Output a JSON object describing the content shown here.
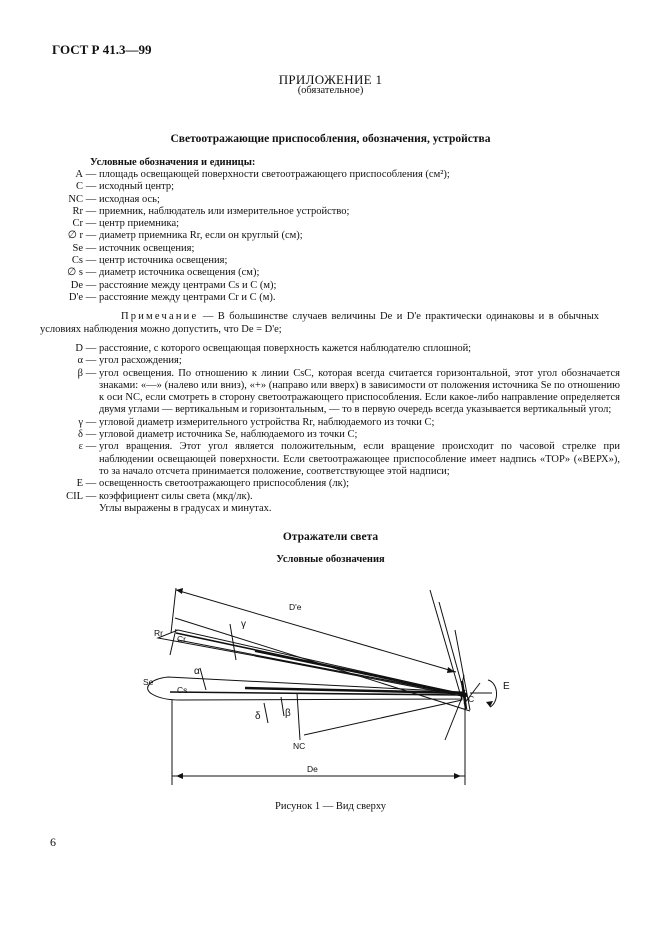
{
  "header": {
    "code": "ГОСТ Р 41.3—99"
  },
  "appendix": {
    "title": "ПРИЛОЖЕНИЕ 1",
    "subtitle": "(обязательное)"
  },
  "section_title": "Светоотражающие приспособления, обозначения, устройства",
  "symbols_heading": "Условные обозначения и единицы:",
  "defs1": [
    {
      "sym": "A",
      "text": "площадь освещающей поверхности светоотражающего приспособления (см²);"
    },
    {
      "sym": "C",
      "text": "исходный центр;"
    },
    {
      "sym": "NC",
      "text": "исходная ось;"
    },
    {
      "sym": "Rr",
      "text": "приемник, наблюдатель или измерительное устройство;"
    },
    {
      "sym": "Cr",
      "text": "центр приемника;"
    },
    {
      "sym": "∅ r",
      "text": "диаметр приемника Rr, если он круглый (см);"
    },
    {
      "sym": "Se",
      "text": "источник освещения;"
    },
    {
      "sym": "Cs",
      "text": "центр источника освещения;"
    },
    {
      "sym": "∅ s",
      "text": "диаметр источника освещения (см);"
    },
    {
      "sym": "De",
      "text": "расстояние между центрами Cs и C (м);"
    },
    {
      "sym": "D'e",
      "text": "расстояние между центрами Cr и C (м)."
    }
  ],
  "note": {
    "label": "Примечание",
    "text": "— В большинстве случаев величины De и D'e практически одинаковы и в обычных условиях наблюдения можно допустить, что De = D'e;"
  },
  "defs2": [
    {
      "sym": "D",
      "text": "расстояние, с которого освещающая поверхность кажется наблюдателю сплошной;"
    },
    {
      "sym": "α",
      "text": "угол расхождения;"
    },
    {
      "sym": "β",
      "text": "угол освещения. По отношению к линии CsC, которая всегда считается горизонтальной, этот угол обозначается знаками: «—» (налево или вниз), «+» (направо или вверх) в зависимости от положения источника Se по отношению к оси NC, если смотреть в сторону светоотражающего приспособления. Если какое-либо направление определяется двумя углами — вертикальным и горизонтальным, — то в первую очередь всегда указывается вертикальный угол;"
    },
    {
      "sym": "γ",
      "text": "угловой диаметр измерительного устройства Rr, наблюдаемого из точки C;"
    },
    {
      "sym": "δ",
      "text": "угловой диаметр источника Se, наблюдаемого из точки C;"
    },
    {
      "sym": "ε",
      "text": "угол вращения. Этот угол является положительным, если вращение происходит по часовой стрелке при наблюдении освещающей поверхности. Если светоотражающее приспособление имеет надпись «TOP» («ВЕРХ»), то за начало отсчета принимается положение, соответствующее этой надписи;"
    },
    {
      "sym": "E",
      "text": "освещенность светоотражающего приспособления (лк);"
    },
    {
      "sym": "CIL",
      "text": "коэффициент силы света (мкд/лк)."
    },
    {
      "sym": "",
      "text": "Углы выражены в градусах и минутах."
    }
  ],
  "subsection": "Отражатели света",
  "subsubsection": "Условные обозначения",
  "figure": {
    "labels": {
      "rr": "Rr",
      "cr": "Cr",
      "se": "Se",
      "cs": "Cs",
      "c": "C",
      "e": "E",
      "de_prime": "D'e",
      "de": "De",
      "nc": "NC",
      "alpha": "α",
      "beta": "β",
      "gamma": "γ",
      "delta": "δ"
    },
    "caption": "Рисунок 1 — Вид сверху"
  },
  "page_number": "6"
}
